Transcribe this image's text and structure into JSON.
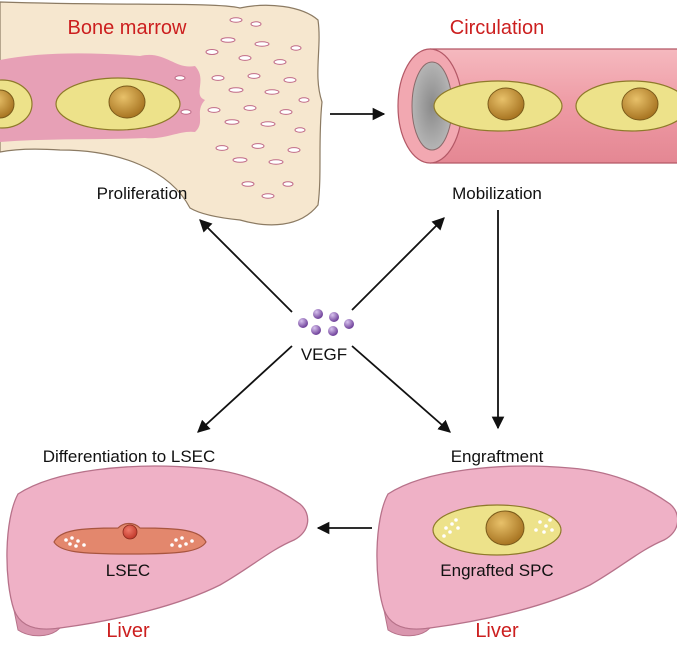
{
  "labels": {
    "bone_marrow": "Bone marrow",
    "circulation": "Circulation",
    "proliferation": "Proliferation",
    "mobilization": "Mobilization",
    "vegf": "VEGF",
    "differentiation": "Differentiation to LSEC",
    "engraftment": "Engraftment",
    "lsec": "LSEC",
    "engrafted_spc": "Engrafted SPC",
    "liver_left": "Liver",
    "liver_right": "Liver"
  },
  "colors": {
    "title_red": "#cc1f1f",
    "bone": "#f6e7cf",
    "marrow_pink": "#e7a0b6",
    "vessel": "#ef9fa8",
    "cell_yellow": "#ede28a",
    "nucleus": "#c89a3a",
    "liver": "#efb1c6",
    "lsec_cell": "#e3876d",
    "vegf_dot": "#8a5bb0",
    "arrow": "#111111"
  }
}
